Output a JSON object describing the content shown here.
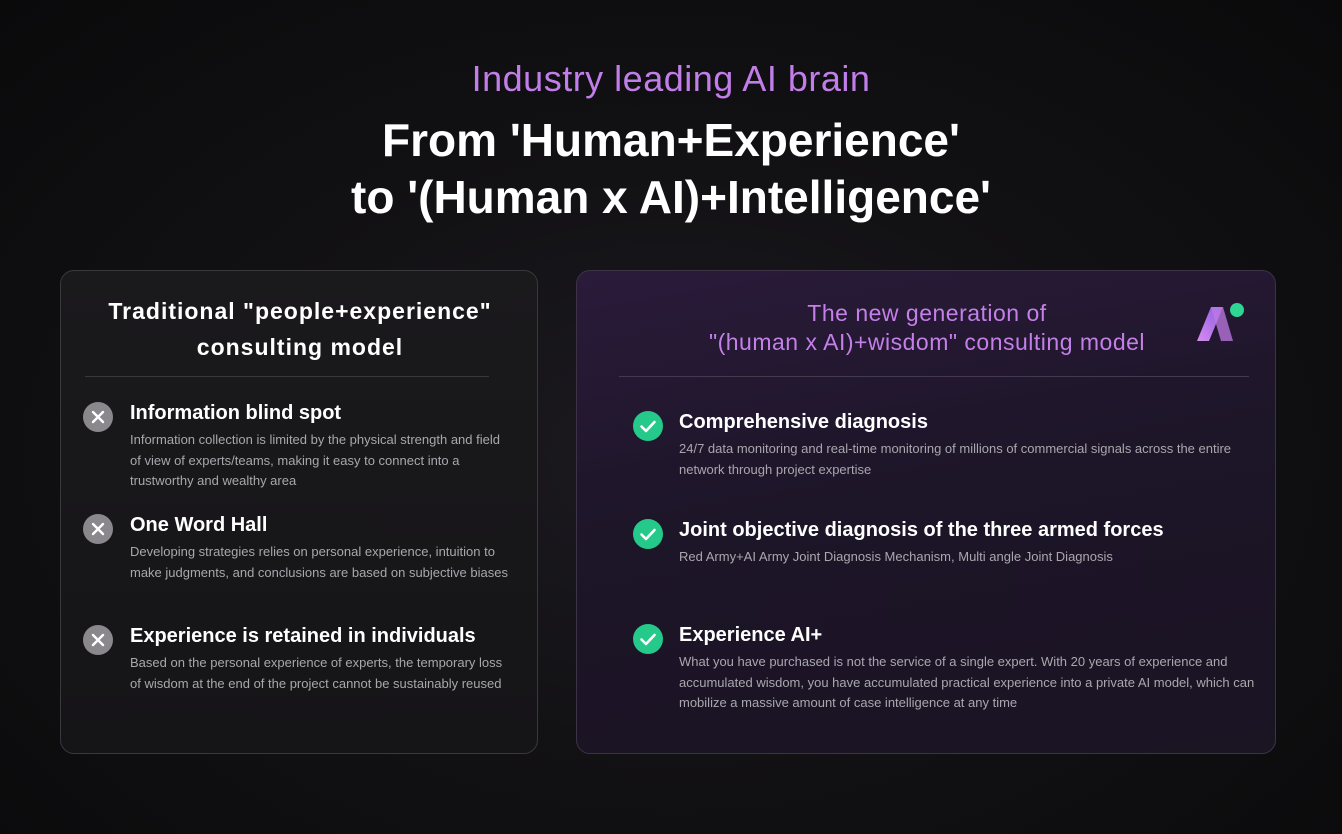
{
  "header": {
    "eyebrow": "Industry leading AI brain",
    "headline_line1": "From 'Human+Experience'",
    "headline_line2": "to '(Human x AI)+Intelligence'"
  },
  "left_card": {
    "title_line1": "Traditional \"people+experience\"",
    "title_line2": "consulting model",
    "items": [
      {
        "icon": "cross-circle-icon",
        "title": "Information blind spot",
        "desc": "Information collection is limited by the physical strength and field of view of experts/teams, making it easy to connect into a trustworthy and wealthy area"
      },
      {
        "icon": "cross-circle-icon",
        "title": "One Word Hall",
        "desc": "Developing strategies relies on personal experience, intuition to make judgments, and conclusions are based on subjective biases"
      },
      {
        "icon": "cross-circle-icon",
        "title": "Experience is retained in individuals",
        "desc": "Based on the personal experience of experts, the temporary loss of wisdom at the end of the project cannot be sustainably reused"
      }
    ]
  },
  "right_card": {
    "title_line1": "The new generation of",
    "title_line2": "\"(human x AI)+wisdom\" consulting model",
    "logo_icon": "ai-logo-icon",
    "items": [
      {
        "icon": "check-circle-icon",
        "title": "Comprehensive diagnosis",
        "desc": "24/7 data monitoring and real-time monitoring of millions of commercial signals across the entire network through project expertise"
      },
      {
        "icon": "check-circle-icon",
        "title": "Joint objective diagnosis of the three armed forces",
        "desc": "Red Army+AI Army Joint Diagnosis Mechanism, Multi angle Joint Diagnosis"
      },
      {
        "icon": "check-circle-icon",
        "title": "Experience AI+",
        "desc": "What you have purchased is not the service of a single expert. With 20 years of experience and accumulated wisdom, you have accumulated practical experience into a private AI model, which can mobilize a massive amount of case intelligence at any time"
      }
    ]
  },
  "colors": {
    "accent_purple": "#c17ee8",
    "check_green": "#25c98a",
    "cross_gray": "#8a888d"
  }
}
